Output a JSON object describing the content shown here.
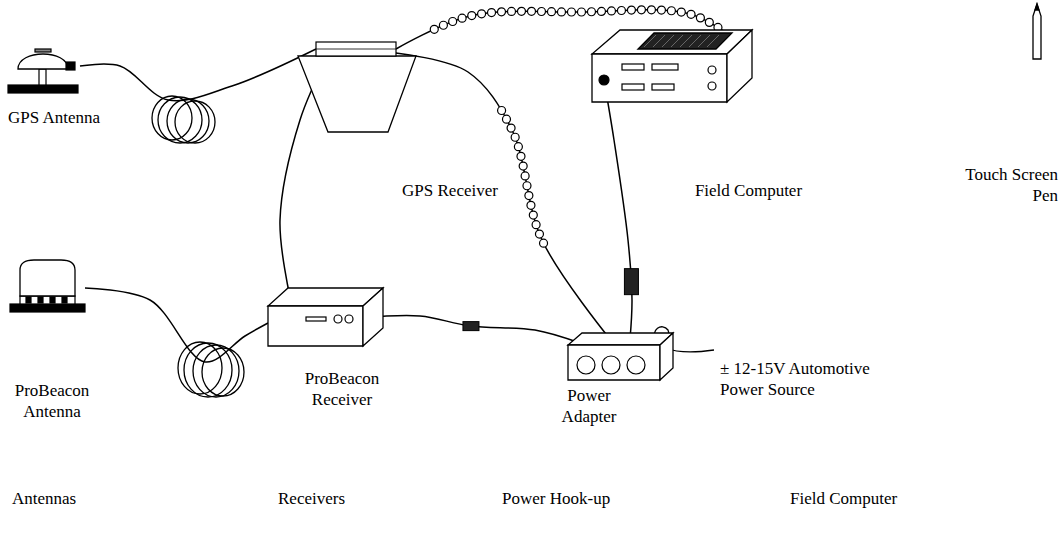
{
  "diagram": {
    "nodes": [
      {
        "text": [
          "GPS Antenna"
        ]
      },
      {
        "text": [
          "GPS Receiver"
        ]
      },
      {
        "text": [
          "Field Computer"
        ]
      },
      {
        "text": [
          "Touch Screen Pen"
        ]
      },
      {
        "text": [
          "ProBeacon Antenna"
        ]
      },
      {
        "text": [
          "ProBeacon Receiver"
        ]
      },
      {
        "text": [
          "Power Adapter"
        ]
      }
    ],
    "edges": [
      {
        "from": 0,
        "to": 1,
        "arrow": "none"
      },
      {
        "from": 1,
        "to": 2,
        "arrow": "none"
      },
      {
        "from": 1,
        "to": 6,
        "arrow": "none"
      },
      {
        "from": 1,
        "to": 5,
        "arrow": "none"
      },
      {
        "from": 4,
        "to": 5,
        "arrow": "none"
      },
      {
        "from": 5,
        "to": 6,
        "arrow": "none"
      },
      {
        "from": 6,
        "to": 2,
        "arrow": "none"
      }
    ],
    "labels": [
      "± 12-15V Automotive Power Source",
      "Antennas",
      "Receivers",
      "Power Hook-up",
      "Field Computer"
    ]
  }
}
